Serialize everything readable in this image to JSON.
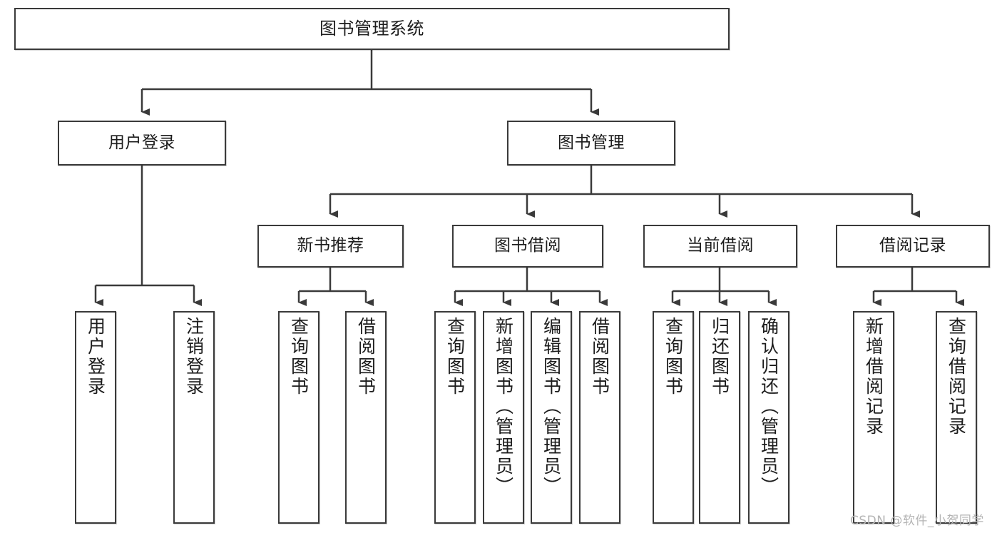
{
  "diagram": {
    "title": "图书管理系统",
    "type": "tree-hierarchy",
    "watermark": "CSDN @软件_小贺同学",
    "colors": {
      "box_stroke": "#3a3a3a",
      "box_fill": "#ffffff",
      "connector": "#3a3a3a",
      "text": "#1c1c1c",
      "watermark": "#b4b4b4",
      "background": "#ffffff"
    }
  },
  "nodes": {
    "root": {
      "label": "图书管理系统"
    },
    "level2": [
      {
        "id": "user-login",
        "label": "用户登录"
      },
      {
        "id": "book-manage",
        "label": "图书管理"
      }
    ],
    "level3": [
      {
        "id": "new-book-recommend",
        "label": "新书推荐"
      },
      {
        "id": "book-borrow",
        "label": "图书借阅"
      },
      {
        "id": "current-borrow",
        "label": "当前借阅"
      },
      {
        "id": "borrow-record",
        "label": "借阅记录"
      }
    ],
    "leaves": {
      "user_login": [
        {
          "id": "leaf-user-login",
          "label": "用户登录"
        },
        {
          "id": "leaf-user-logout",
          "label": "注销登录"
        }
      ],
      "new_book_recommend": [
        {
          "id": "leaf-query-book-1",
          "label": "查询图书"
        },
        {
          "id": "leaf-borrow-book-1",
          "label": "借阅图书"
        }
      ],
      "book_borrow": [
        {
          "id": "leaf-query-book-2",
          "label": "查询图书"
        },
        {
          "id": "leaf-add-book",
          "label": "新增图书（管理员）"
        },
        {
          "id": "leaf-edit-book",
          "label": "编辑图书（管理员）"
        },
        {
          "id": "leaf-borrow-book-2",
          "label": "借阅图书"
        }
      ],
      "current_borrow": [
        {
          "id": "leaf-query-book-3",
          "label": "查询图书"
        },
        {
          "id": "leaf-return-book",
          "label": "归还图书"
        },
        {
          "id": "leaf-confirm-return",
          "label": "确认归还（管理员）"
        }
      ],
      "borrow_record": [
        {
          "id": "leaf-add-record",
          "label": "新增借阅记录"
        },
        {
          "id": "leaf-query-record",
          "label": "查询借阅记录"
        }
      ]
    }
  }
}
